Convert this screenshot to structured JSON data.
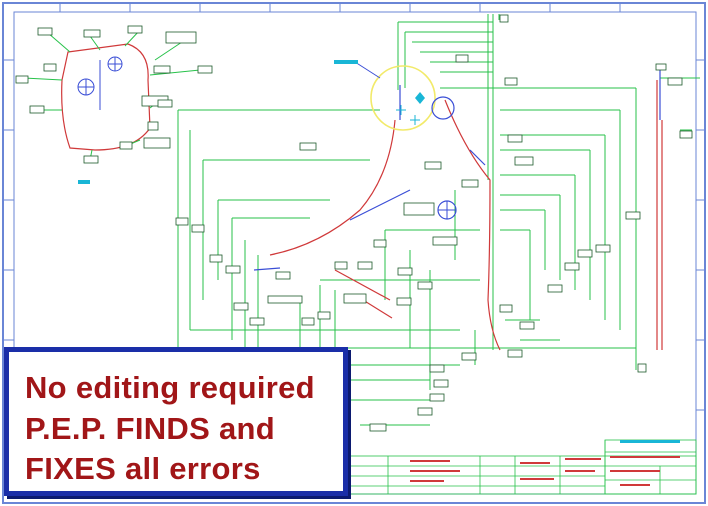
{
  "colors": {
    "background": "#ffffff",
    "border": "#6a86d6",
    "trace_green": "#27c24a",
    "trace_red": "#d0393a",
    "trace_blue": "#3a4ed6",
    "highlight_yellow": "#f2ea6a",
    "label_cyan": "#19b6d6",
    "callout_border": "#1a2ea8",
    "callout_text": "#a11618"
  },
  "callout": {
    "line1": "No editing required",
    "line2": "P.E.P. FINDS and",
    "line3": "FIXES all errors"
  },
  "icons": [
    "drawing-border",
    "wire-harness-traces",
    "connector-circle",
    "title-block-grid"
  ]
}
